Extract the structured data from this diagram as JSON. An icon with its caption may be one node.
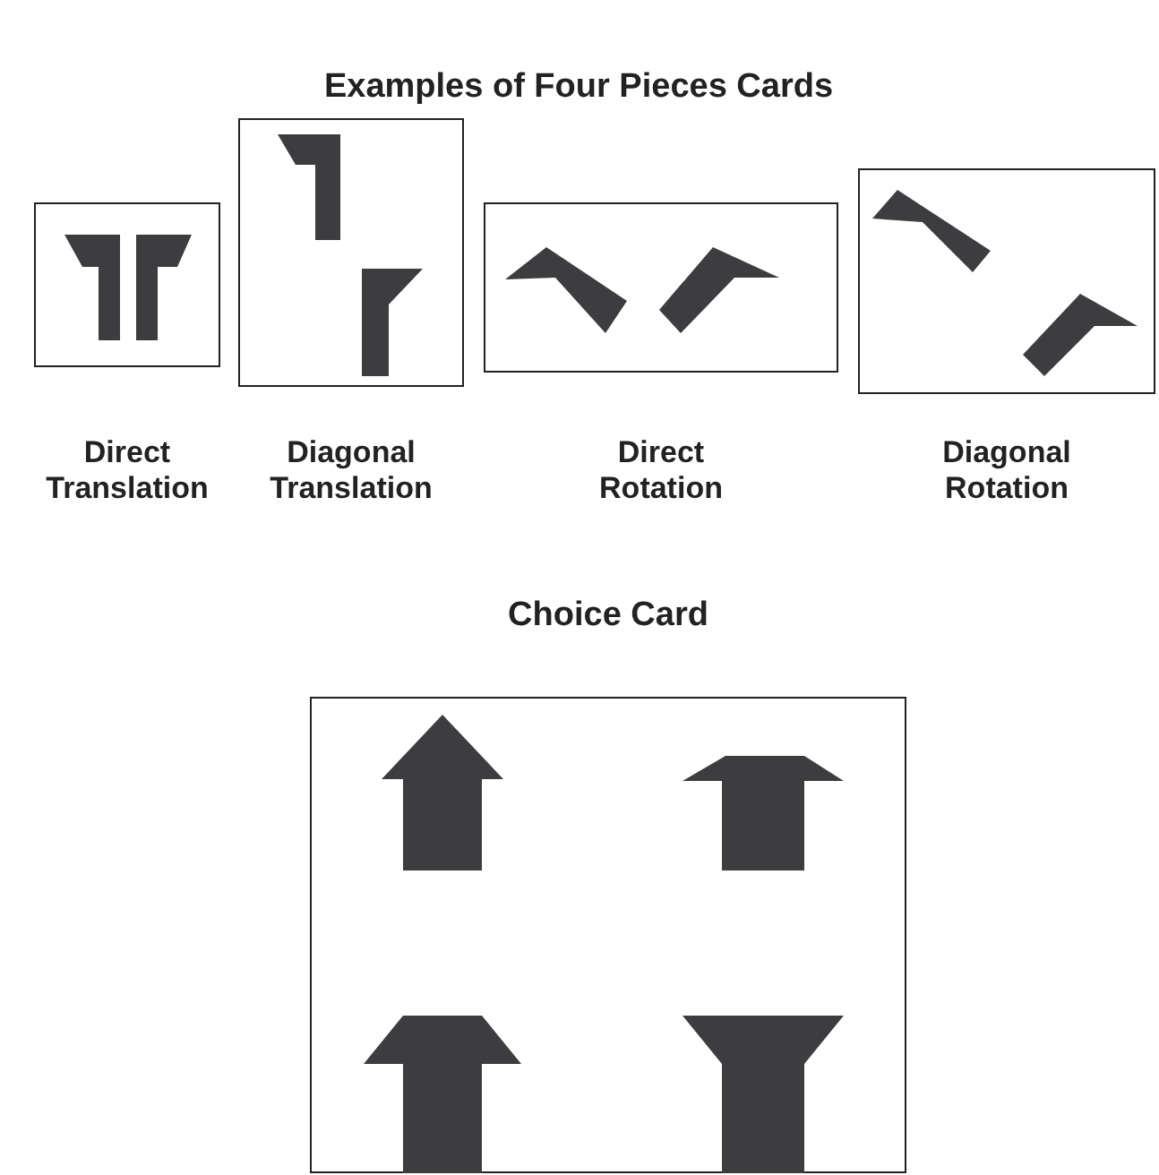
{
  "diagram": {
    "title": "Examples of Four Pieces Cards",
    "nodes": [
      {
        "text": [
          "Direct Translation"
        ]
      },
      {
        "text": [
          "Diagonal Translation"
        ]
      },
      {
        "text": [
          "Direct Rotation"
        ]
      },
      {
        "text": [
          "Diagonal Rotation"
        ]
      },
      {
        "text": [
          "Choice Card"
        ]
      }
    ]
  }
}
